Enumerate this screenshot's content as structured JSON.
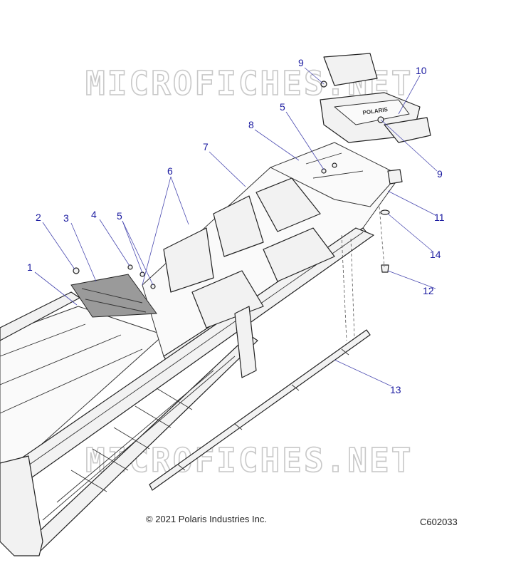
{
  "watermark": "MICROFICHES.NET",
  "copyright": "© 2021 Polaris Industries Inc.",
  "figure_code": "C602033",
  "brand_decal": "POLARIS",
  "callouts": [
    "1",
    "2",
    "3",
    "4",
    "5",
    "5",
    "6",
    "7",
    "8",
    "9",
    "9",
    "10",
    "11",
    "12",
    "13",
    "14"
  ]
}
